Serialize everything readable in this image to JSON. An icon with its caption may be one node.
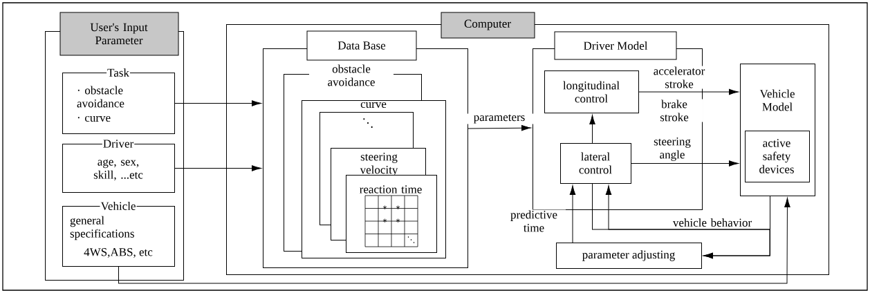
{
  "diagram": {
    "nodes": [
      {
        "text": [
          "User's Input Parameter"
        ]
      },
      {
        "text": [
          "Task",
          "· obstacle avoidance",
          "· curve"
        ],
        "in": 0
      },
      {
        "text": [
          "Driver",
          "age, sex, skill, ...etc"
        ],
        "in": 0
      },
      {
        "text": [
          "Vehicle",
          "general specifications",
          "4WS,ABS, etc"
        ],
        "in": 0
      },
      {
        "text": [
          "Computer"
        ]
      },
      {
        "text": [
          "Data Base"
        ],
        "in": 4
      },
      {
        "text": [
          "obstacle avoidance"
        ],
        "in": 5
      },
      {
        "text": [
          "curve"
        ],
        "in": 5
      },
      {
        "text": [
          "⋱"
        ]
      },
      {
        "text": [
          "steering velocity"
        ]
      },
      {
        "text": [
          "reaction time"
        ],
        "in": 7
      },
      {
        "text": [
          "Driver Model"
        ],
        "in": 4
      },
      {
        "text": [
          "longitudinal control"
        ],
        "in": 11
      },
      {
        "text": [
          "lateral control"
        ],
        "in": 11
      },
      {
        "text": [
          "Vehicle Model"
        ],
        "in": 4
      },
      {
        "text": [
          "active safety devices"
        ],
        "in": 14
      },
      {
        "text": [
          "parameter adjusting"
        ],
        "in": 4
      }
    ],
    "edges": [
      {
        "from": 1,
        "to": 5,
        "arrow": "to"
      },
      {
        "from": 2,
        "to": 5,
        "arrow": "to"
      },
      {
        "from": 3,
        "to": 14,
        "arrow": "to"
      },
      {
        "from": 5,
        "to": 11,
        "label": "parameters",
        "arrow": "to"
      },
      {
        "from": 12,
        "to": 14,
        "label": "accelerator stroke",
        "arrow": "to"
      },
      {
        "from": 13,
        "to": 14,
        "label": "steering angle",
        "arrow": "to"
      },
      {
        "from": 13,
        "to": 12,
        "arrow": "to"
      },
      {
        "from": 14,
        "to": 13,
        "label": "vehicle behavior",
        "arrow": "to"
      },
      {
        "from": 13,
        "to": 16,
        "arrow": "to"
      },
      {
        "from": 14,
        "to": 16,
        "arrow": "to"
      },
      {
        "from": 16,
        "to": 13,
        "label": "predictive time",
        "arrow": "to"
      }
    ],
    "labels": [
      "brake stroke",
      "*",
      "*",
      "*",
      "*",
      "⋱"
    ]
  }
}
